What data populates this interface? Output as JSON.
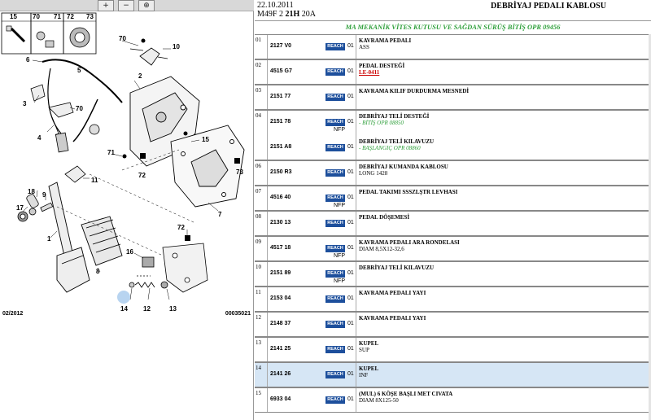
{
  "toolbar": {
    "zoom_in": "+",
    "zoom_out": "−",
    "zoom_fit": "⊕"
  },
  "diagram": {
    "callouts": [
      "15",
      "70",
      "71",
      "72",
      "73",
      "70",
      "10",
      "6",
      "5",
      "2",
      "3",
      "70",
      "4",
      "15",
      "71",
      "72",
      "73",
      "11",
      "18",
      "9",
      "17",
      "1",
      "7",
      "72",
      "16",
      "8",
      "14",
      "12",
      "13"
    ],
    "date_code": "02/2012",
    "image_code": "00035021",
    "highlight_color": "#b8d4f0"
  },
  "header": {
    "date": "22.10.2011",
    "model_prefix": "M49F 2",
    "model_bold": "21H",
    "model_suffix": "20A",
    "title": "DEBRİYAJ PEDALI KABLOSU",
    "subtitle": "MA MEKANİK VİTES KUTUSU VE SAĞDAN SÜRÜŞ BİTİŞ OPR 09456"
  },
  "badge": {
    "reach_label": "REACH",
    "nfp_label": "NFP",
    "color": "#1d4f9c"
  },
  "rows": [
    {
      "idx": "01",
      "parts": [
        {
          "ref": "2127 V0",
          "qty": "01",
          "nfp": false,
          "name": "KAVRAMA PEDALI",
          "sub": "ASS",
          "sub_style": "plain"
        }
      ]
    },
    {
      "idx": "02",
      "parts": [
        {
          "ref": "4515 G7",
          "qty": "01",
          "nfp": false,
          "name": "PEDAL DESTEĞİ",
          "sub": "LE-0411",
          "sub_style": "red"
        }
      ]
    },
    {
      "idx": "03",
      "parts": [
        {
          "ref": "2151 77",
          "qty": "01",
          "nfp": false,
          "name": "KAVRAMA KILIF DURDURMA MESNEDİ",
          "sub": "",
          "sub_style": "plain"
        }
      ]
    },
    {
      "idx": "04",
      "parts": [
        {
          "ref": "2151 78",
          "qty": "01",
          "nfp": true,
          "name": "DEBRİYAJ TELİ DESTEĞİ",
          "sub": "- BİTİŞ OPR 08850",
          "sub_style": "green"
        },
        {
          "ref": "2151 A8",
          "qty": "01",
          "nfp": false,
          "name": "DEBRİYAJ TELİ KILAVUZU",
          "sub": "- BAŞLANGIÇ OPR 08860",
          "sub_style": "green"
        }
      ]
    },
    {
      "idx": "06",
      "parts": [
        {
          "ref": "2150 R3",
          "qty": "01",
          "nfp": false,
          "name": "DEBRİYAJ KUMANDA KABLOSU",
          "sub": "LONG 1428",
          "sub_style": "plain"
        }
      ]
    },
    {
      "idx": "07",
      "parts": [
        {
          "ref": "4516 40",
          "qty": "01",
          "nfp": true,
          "name": "PEDAL TAKIMI SSSZLŞTR LEVHASI",
          "sub": "",
          "sub_style": "plain"
        }
      ]
    },
    {
      "idx": "08",
      "parts": [
        {
          "ref": "2130 13",
          "qty": "01",
          "nfp": false,
          "name": "PEDAL DÖŞEMESİ",
          "sub": "",
          "sub_style": "plain"
        }
      ]
    },
    {
      "idx": "09",
      "parts": [
        {
          "ref": "4517 18",
          "qty": "01",
          "nfp": true,
          "name": "KAVRAMA PEDALI ARA RONDELASI",
          "sub": "DIAM 8,5X12-32,6",
          "sub_style": "plain"
        }
      ]
    },
    {
      "idx": "10",
      "parts": [
        {
          "ref": "2151 89",
          "qty": "01",
          "nfp": true,
          "name": "DEBRİYAJ TELİ KILAVUZU",
          "sub": "",
          "sub_style": "plain"
        }
      ]
    },
    {
      "idx": "11",
      "parts": [
        {
          "ref": "2153 04",
          "qty": "01",
          "nfp": false,
          "name": "KAVRAMA PEDALI YAYI",
          "sub": "",
          "sub_style": "plain"
        }
      ]
    },
    {
      "idx": "12",
      "parts": [
        {
          "ref": "2148 37",
          "qty": "01",
          "nfp": false,
          "name": "KAVRAMA PEDALI YAYI",
          "sub": "",
          "sub_style": "plain"
        }
      ]
    },
    {
      "idx": "13",
      "parts": [
        {
          "ref": "2141 25",
          "qty": "01",
          "nfp": false,
          "name": "KUPEL",
          "sub": "SUP",
          "sub_style": "plain"
        }
      ]
    },
    {
      "idx": "14",
      "selected": true,
      "parts": [
        {
          "ref": "2141 26",
          "qty": "01",
          "nfp": false,
          "name": "KUPEL",
          "sub": "INF",
          "sub_style": "plain"
        }
      ]
    },
    {
      "idx": "15",
      "parts": [
        {
          "ref": "6933 04",
          "qty": "01",
          "nfp": false,
          "name": "(MUL) 6 KÖŞE BAŞLI MET CIVATA",
          "sub": "DIAM 8X125-50",
          "sub_style": "plain"
        }
      ]
    }
  ]
}
